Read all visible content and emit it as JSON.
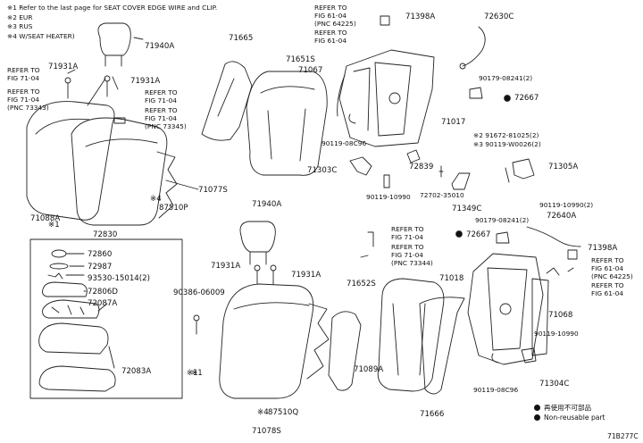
{
  "notes": [
    "※1 Refer to the last page for SEAT COVER EDGE WIRE and CLIP.",
    "※2 EUR",
    "※3 RUS",
    "※4 W/SEAT HEATER)"
  ],
  "labels": {
    "p71940A_top": "71940A",
    "p71931A_l1": "71931A",
    "p71931A_l2": "71931A",
    "p71088A": "71088A",
    "p87510P": "87510P",
    "p71077S": "71077S",
    "star4_top": "※4",
    "star1_top": "※1",
    "p72830": "72830",
    "p72860": "72860",
    "p72987": "72987",
    "p93530": "93530-15014(2)",
    "p72806D": "72806D",
    "p72087A": "72087A",
    "p72083A": "72083A",
    "p90386": "90386-06009",
    "p71665": "71665",
    "p71651S": "71651S",
    "p71067": "71067",
    "p71017": "71017",
    "p90119_08C96_t": "90119-08C96",
    "p71303C": "71303C",
    "p90119_10990_t": "90119-10990",
    "p72839": "72839",
    "p72702": "72702-35010",
    "p71349C": "71349C",
    "p71398A_t": "71398A",
    "p72630C": "72630C",
    "p90179_t": "90179-08241(2)",
    "p72667_t": "72667",
    "star2_91672": "※2 91672-81025(2)",
    "star3_90119": "※3 90119-W0026(2)",
    "p71305A": "71305A",
    "p90119_10990_2": "90119-10990(2)",
    "p72640A": "72640A",
    "p90179_b": "90179-08241(2)",
    "p72667_b": "72667",
    "p71398A_b": "71398A",
    "p71940A_b": "71940A",
    "p71931A_b1": "71931A",
    "p71931A_b2": "71931A",
    "p71652S": "71652S",
    "p71018": "71018",
    "p71068": "71068",
    "p90119_10990_b": "90119-10990",
    "p71304C": "71304C",
    "p90119_08C96_b": "90119-08C96",
    "p71089A": "71089A",
    "p71666": "71666",
    "p71078S": "71078S",
    "p87510Q": "87510Q",
    "star4_bot": "※4",
    "star1_bot": "※1",
    "star1_mid": "※1"
  },
  "refs": {
    "r_fig7104_a": [
      "REFER TO",
      "FIG 71-04"
    ],
    "r_fig7104_pnc73343": [
      "REFER TO",
      "FIG 71-04",
      "(PNC 73343)"
    ],
    "r_fig7104_b": [
      "REFER TO",
      "FIG 71-04"
    ],
    "r_fig7104_pnc73345": [
      "REFER TO",
      "FIG 71-04",
      "(PNC 73345)"
    ],
    "r_fig6104_pnc64225_t": [
      "REFER TO",
      "FIG 61-04",
      "(PNC 64225)"
    ],
    "r_fig6104_t": [
      "REFER TO",
      "FIG 61-04"
    ],
    "r_fig7104_c": [
      "REFER TO",
      "FIG 71-04"
    ],
    "r_fig7104_pnc73344": [
      "REFER TO",
      "FIG 71-04",
      "(PNC 73344)"
    ],
    "r_fig6104_pnc64225_b": [
      "REFER TO",
      "FIG 61-04",
      "(PNC 64225)"
    ],
    "r_fig6104_b": [
      "REFER TO",
      "FIG 61-04"
    ]
  },
  "legend": {
    "reuse_jp": "再使用不可部品",
    "nonreusable": "Non-reusable part",
    "code": "71B277C"
  }
}
